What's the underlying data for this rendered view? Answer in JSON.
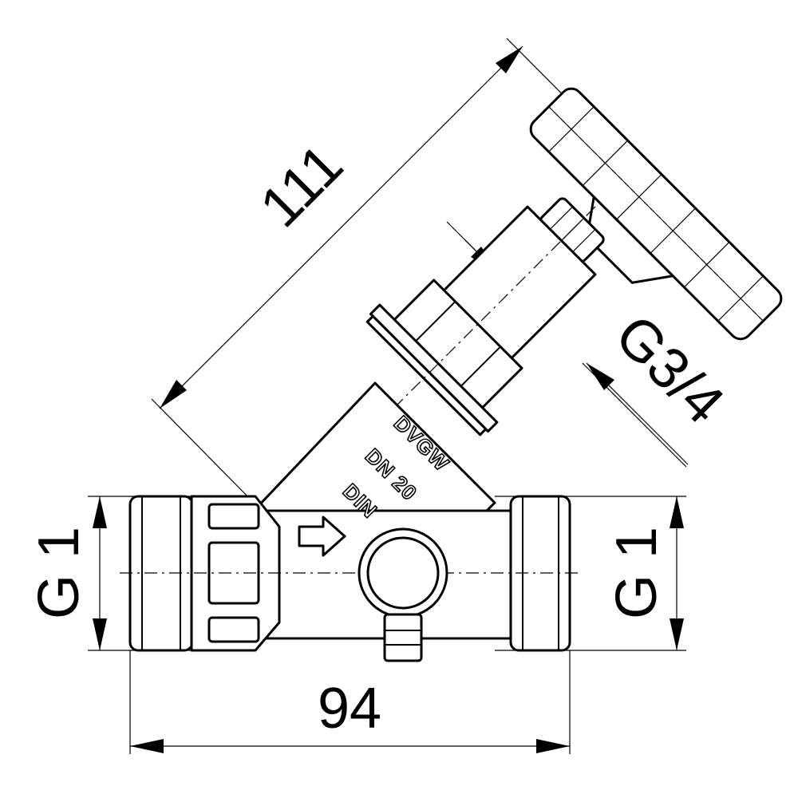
{
  "dimensions": {
    "overall_length": "94",
    "stem_length": "111",
    "stem_thread": "G3/4",
    "left_thread": "G 1",
    "right_thread": "G 1"
  },
  "body_markings": {
    "line1": "DVGW",
    "line2": "DN 20",
    "line3": "DIN"
  },
  "colors": {
    "line": "#000000",
    "background": "#ffffff"
  },
  "icons": {
    "flow_direction": "right-arrow-outline"
  }
}
